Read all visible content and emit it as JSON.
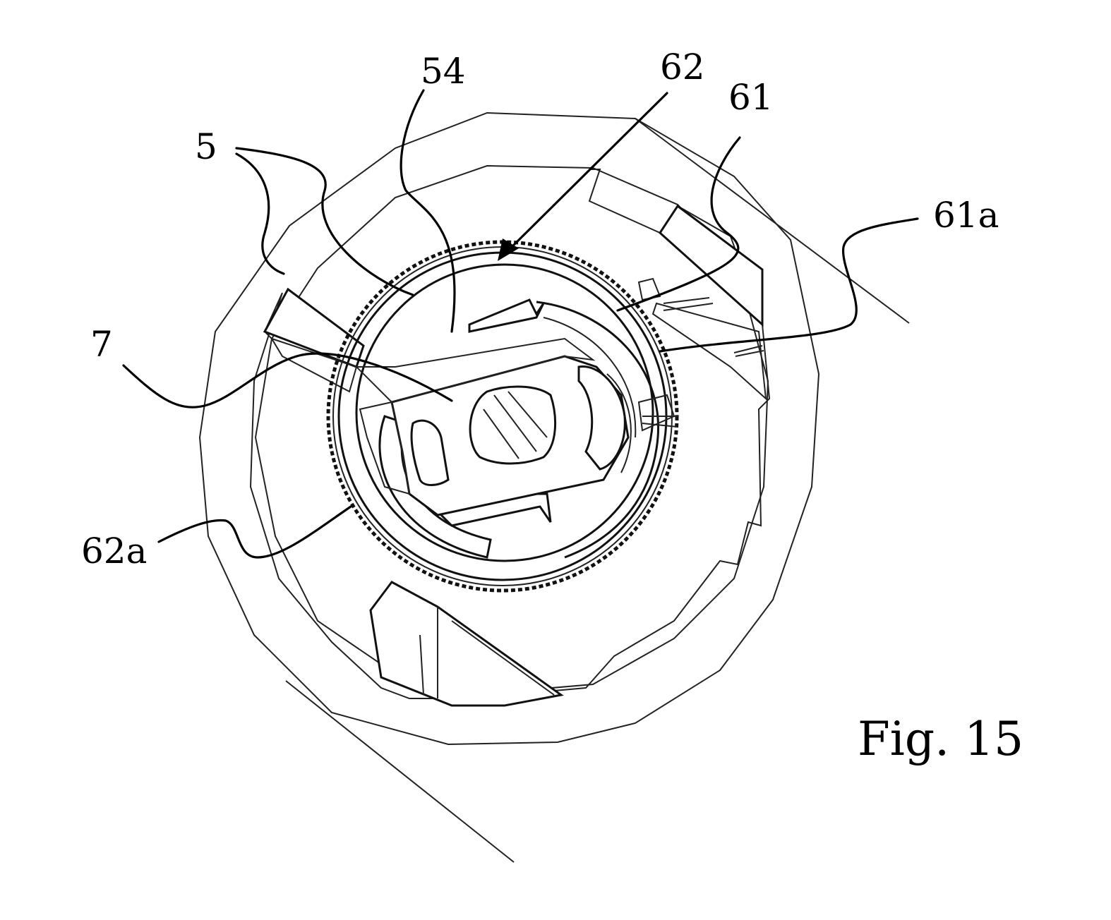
{
  "figure": {
    "caption": "Fig. 15",
    "labels": {
      "l5": "5",
      "l54": "54",
      "l62": "62",
      "l61": "61",
      "l61a": "61a",
      "l7": "7",
      "l62a": "62a"
    }
  }
}
